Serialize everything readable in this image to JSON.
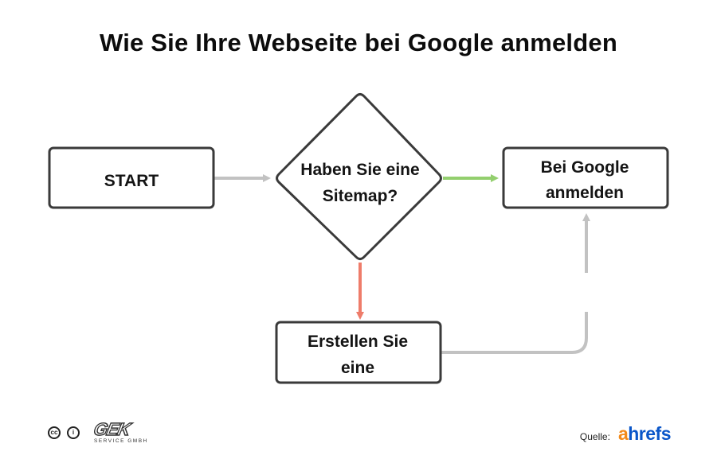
{
  "title": "Wie Sie Ihre Webseite bei Google anmelden",
  "nodes": {
    "start": {
      "lines": [
        "START"
      ]
    },
    "decision": {
      "lines": [
        "Haben Sie eine",
        "Sitemap?"
      ]
    },
    "submit": {
      "lines": [
        "Bei Google",
        "anmelden"
      ]
    },
    "create": {
      "lines": [
        "Erstellen Sie",
        "eine"
      ]
    }
  },
  "edges": [
    {
      "from": "start",
      "to": "decision",
      "color": "#c2c2c2"
    },
    {
      "from": "decision",
      "to": "submit",
      "color": "#93cf6e"
    },
    {
      "from": "decision",
      "to": "create",
      "color": "#ee7c6a"
    },
    {
      "from": "create",
      "to": "submit",
      "color": "#c2c2c2"
    }
  ],
  "footer": {
    "cc_icon": "cc",
    "by_icon": "i",
    "logo_main": "GEK",
    "logo_sub": "SERVICE GMBH",
    "source_label": "Quelle:",
    "brand_a": "a",
    "brand_rest": "hrefs"
  }
}
